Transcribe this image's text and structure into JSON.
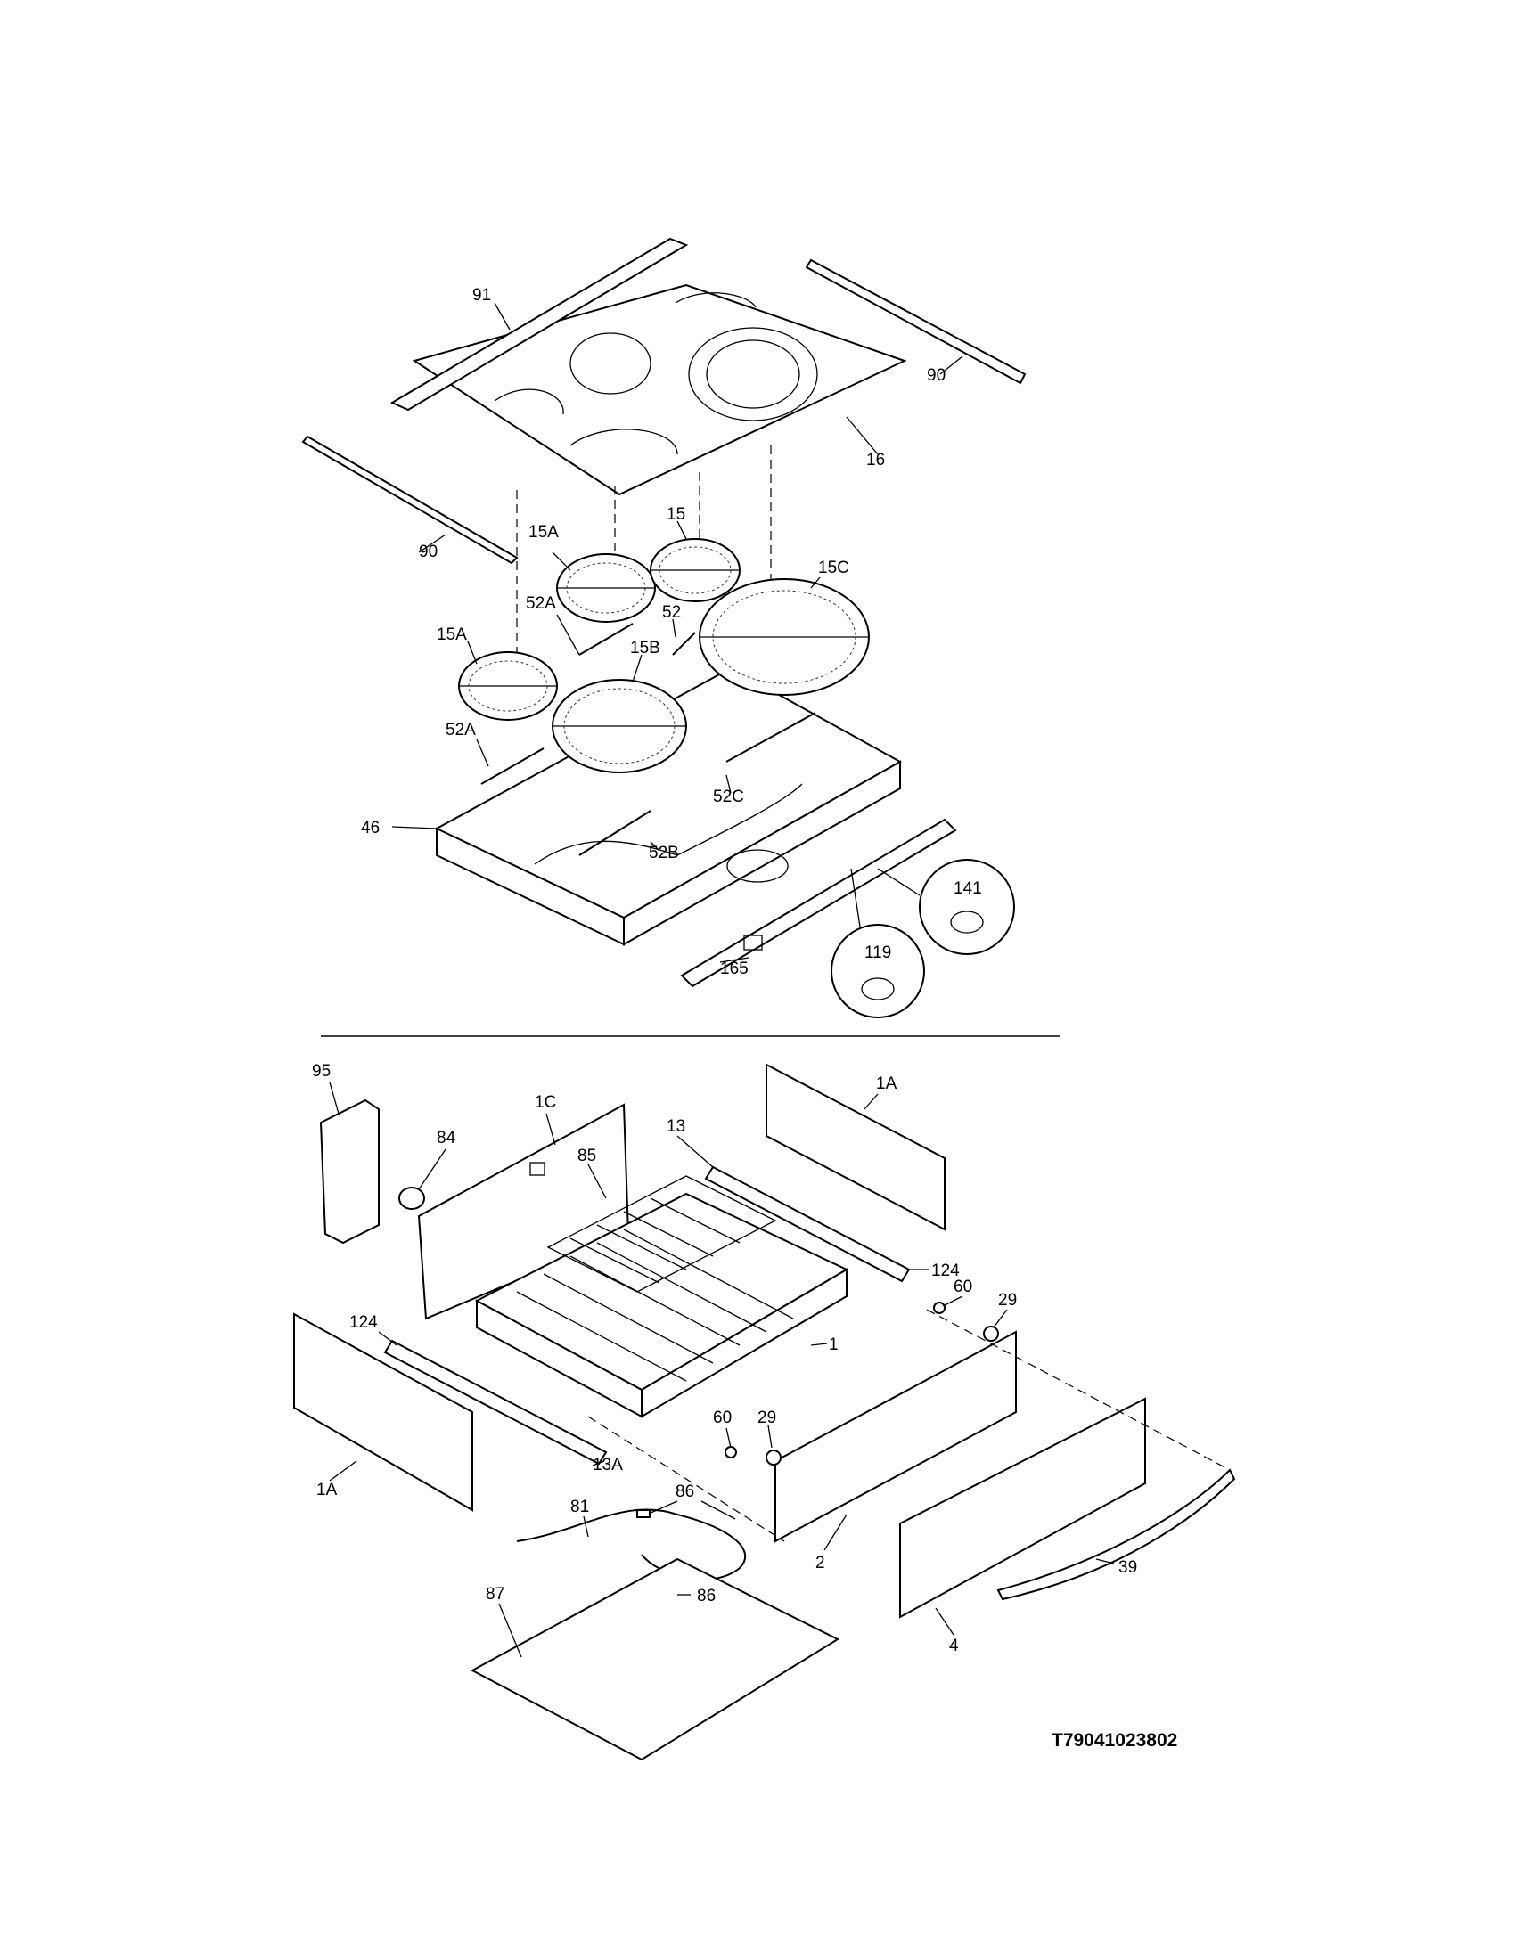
{
  "diagram_code": "T79041023802",
  "callouts": {
    "c91": "91",
    "c90a": "90",
    "c90b": "90",
    "c16": "16",
    "c15Aa": "15A",
    "c15": "15",
    "c15C": "15C",
    "c52Aa": "52A",
    "c52": "52",
    "c15Ab": "15A",
    "c15B": "15B",
    "c52Ab": "52A",
    "c52C": "52C",
    "c52B": "52B",
    "c46": "46",
    "c141": "141",
    "c119": "119",
    "c165": "165",
    "c95": "95",
    "c84": "84",
    "c1C": "1C",
    "c85": "85",
    "c13": "13",
    "c1Aa": "1A",
    "c124a": "124",
    "c60a": "60",
    "c29a": "29",
    "c124b": "124",
    "c1": "1",
    "c60b": "60",
    "c29b": "29",
    "c1Ab": "1A",
    "c13A": "13A",
    "c86a": "86",
    "c81": "81",
    "c86b": "86",
    "c2": "2",
    "c39": "39",
    "c87": "87",
    "c4": "4"
  }
}
